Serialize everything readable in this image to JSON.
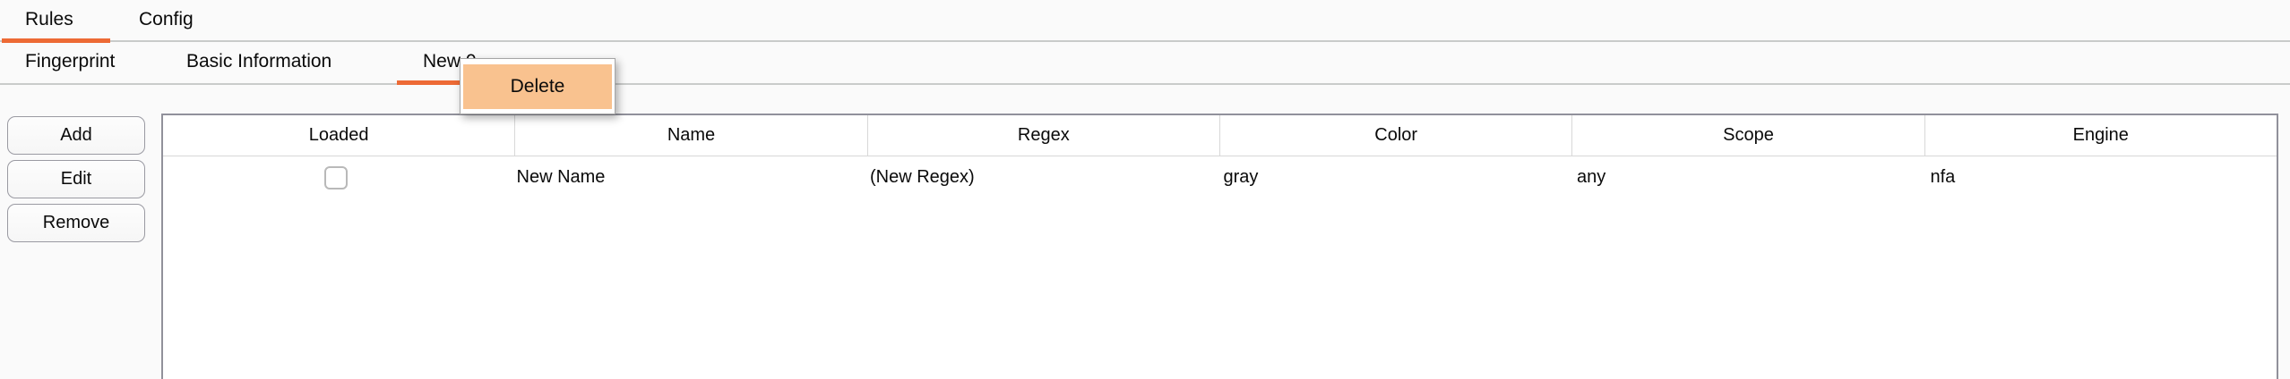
{
  "tabs_primary": {
    "items": [
      {
        "label": "Rules",
        "selected": true
      },
      {
        "label": "Config",
        "selected": false
      }
    ]
  },
  "tabs_secondary": {
    "items": [
      {
        "label": "Fingerprint",
        "selected": false
      },
      {
        "label": "Basic Information",
        "selected": false
      },
      {
        "label": "New 0",
        "selected": true
      }
    ]
  },
  "context_menu": {
    "items": [
      {
        "label": "Delete",
        "highlighted": true
      }
    ]
  },
  "actions": {
    "add": "Add",
    "edit": "Edit",
    "remove": "Remove"
  },
  "table": {
    "columns": [
      "Loaded",
      "Name",
      "Regex",
      "Color",
      "Scope",
      "Engine"
    ],
    "rows": [
      {
        "loaded": false,
        "name": "New Name",
        "regex": "(New Regex)",
        "color": "gray",
        "scope": "any",
        "engine": "nfa"
      }
    ]
  },
  "colors": {
    "accent_orange": "#ed6a35",
    "menu_highlight": "#f9c28f",
    "table_border": "#91919b"
  }
}
